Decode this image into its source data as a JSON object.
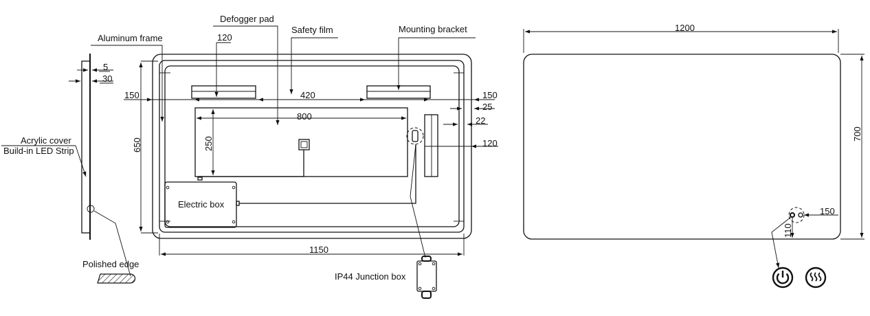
{
  "labels": {
    "aluminum_frame": "Aluminum frame",
    "defogger_pad": "Defogger pad",
    "safety_film": "Safety film",
    "mounting_bracket": "Mounting bracket",
    "acrylic_cover": "Acrylic cover",
    "led_strip": "Build-in LED Strip",
    "polished_edge": "Polished edge",
    "electric_box": "Electric box",
    "junction_box": "IP44 Junction box"
  },
  "side_view": {
    "glass_thickness": "5",
    "frame_depth": "30"
  },
  "back_view": {
    "bracket_width": "120",
    "bracket_offset_left": "150",
    "bracket_spacing": "420",
    "bracket_offset_right": "150",
    "frame_inset": "25",
    "led_inset": "22",
    "switch_width": "120",
    "defogger_width": "800",
    "defogger_height": "250",
    "inner_height": "650",
    "inner_width": "1150"
  },
  "front_view": {
    "overall_width": "1200",
    "overall_height": "700",
    "switch_offset_right": "150",
    "switch_offset_bottom": "110"
  },
  "icons": {
    "power": "power-icon",
    "defog": "heat-waves-icon"
  }
}
